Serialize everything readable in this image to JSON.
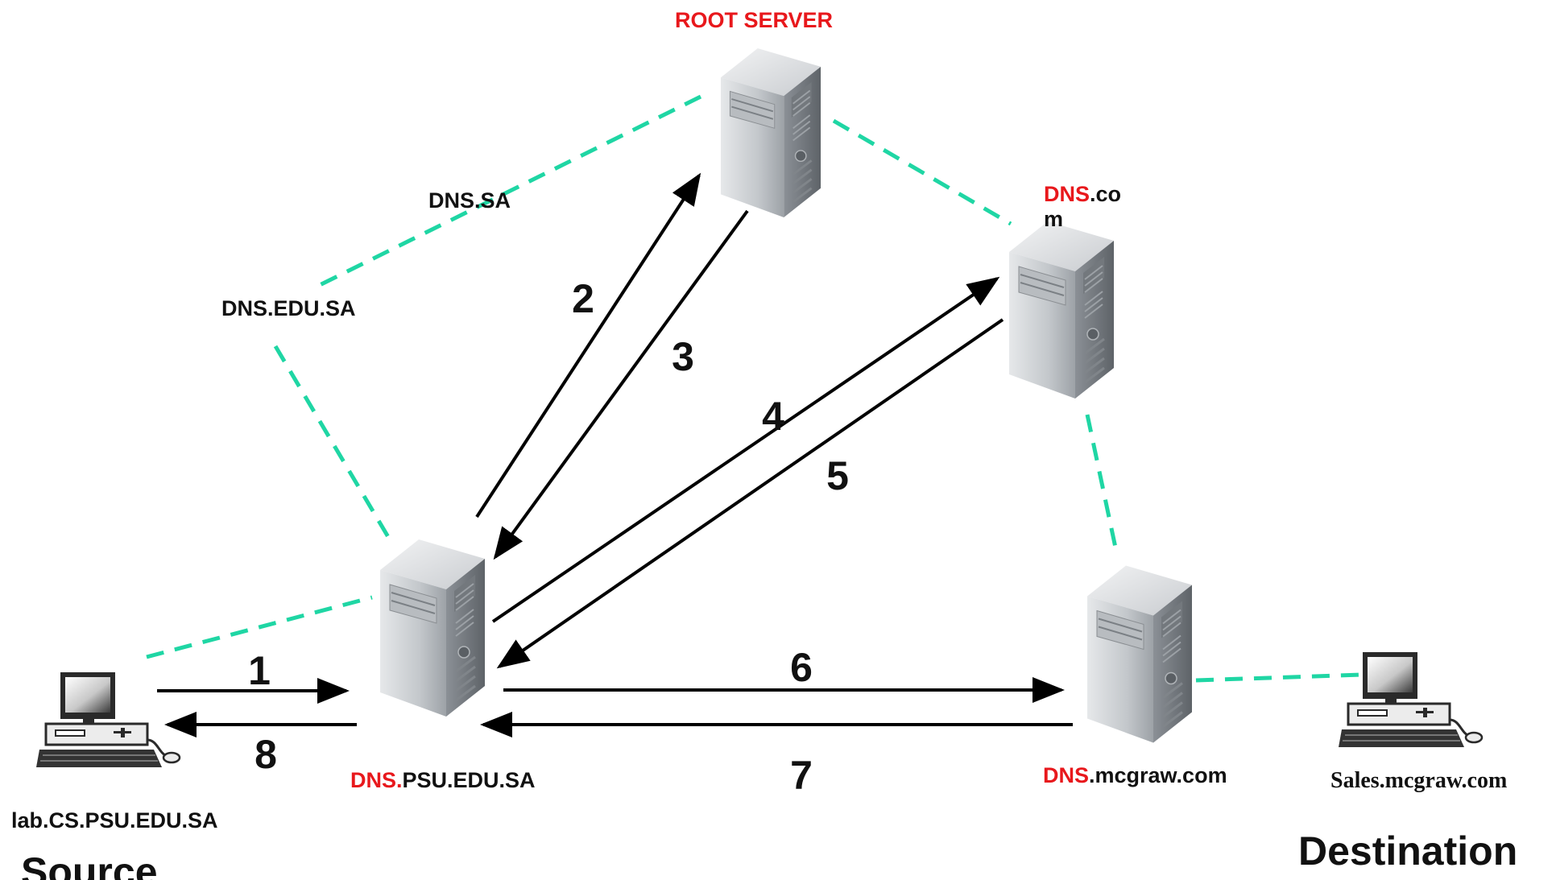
{
  "labels": {
    "root_server": "ROOT SERVER",
    "dns_sa": "DNS.SA",
    "dns_edu_sa": "DNS.EDU.SA",
    "dns_com_prefix": "DNS",
    "dns_com_suffix_line1": ".co",
    "dns_com_suffix_line2": "m",
    "dns_psu_prefix": "DNS.",
    "dns_psu_suffix": "PSU.EDU.SA",
    "dns_mcgraw_prefix": "DNS",
    "dns_mcgraw_suffix": ".mcgraw.com",
    "lab_host": "lab.CS.PSU.EDU.SA",
    "sales_host": "Sales.mcgraw.com",
    "source": "Source",
    "destination": "Destination"
  },
  "steps": [
    "1",
    "2",
    "3",
    "4",
    "5",
    "6",
    "7",
    "8"
  ],
  "colors": {
    "dashed_link": "#1fd6a4",
    "arrow": "#000000",
    "red_text": "#e8181c",
    "text": "#111111"
  },
  "icons": {
    "server": "tower-server-icon",
    "computer": "desktop-computer-icon"
  }
}
